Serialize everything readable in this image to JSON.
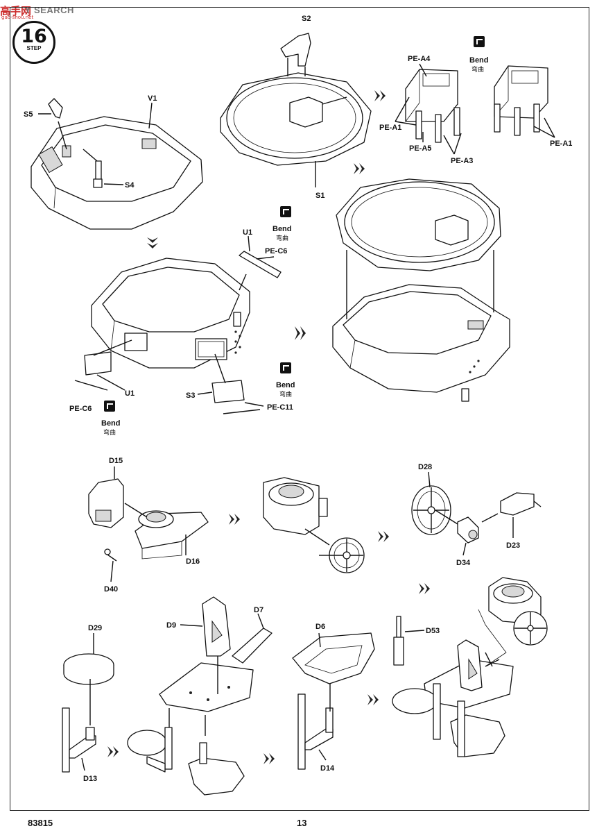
{
  "watermark": {
    "logo": "高手网",
    "url": "gao-shou.net",
    "brand": "Y SEARCH"
  },
  "step": {
    "number": "16",
    "label": "STEP"
  },
  "bend": {
    "label": "Bend",
    "label_cn": "弯曲"
  },
  "labels": {
    "s2": "S2",
    "s5": "S5",
    "v1": "V1",
    "s4": "S4",
    "s1": "S1",
    "pe_a4": "PE-A4",
    "pe_a1": "PE-A1",
    "pe_a5": "PE-A5",
    "pe_a3": "PE-A3",
    "pe_a1b": "PE-A1",
    "u1_top": "U1",
    "pe_c6_top": "PE-C6",
    "u1_bottom": "U1",
    "pe_c6_bottom": "PE-C6",
    "s3": "S3",
    "pe_c11": "PE-C11",
    "d15": "D15",
    "d16": "D16",
    "d40": "D40",
    "d28": "D28",
    "d23": "D23",
    "d34": "D34",
    "d29": "D29",
    "d9": "D9",
    "d7": "D7",
    "d6": "D6",
    "d53": "D53",
    "d13": "D13",
    "d14": "D14"
  },
  "footer": {
    "kit_number": "83815",
    "page_number": "13"
  }
}
